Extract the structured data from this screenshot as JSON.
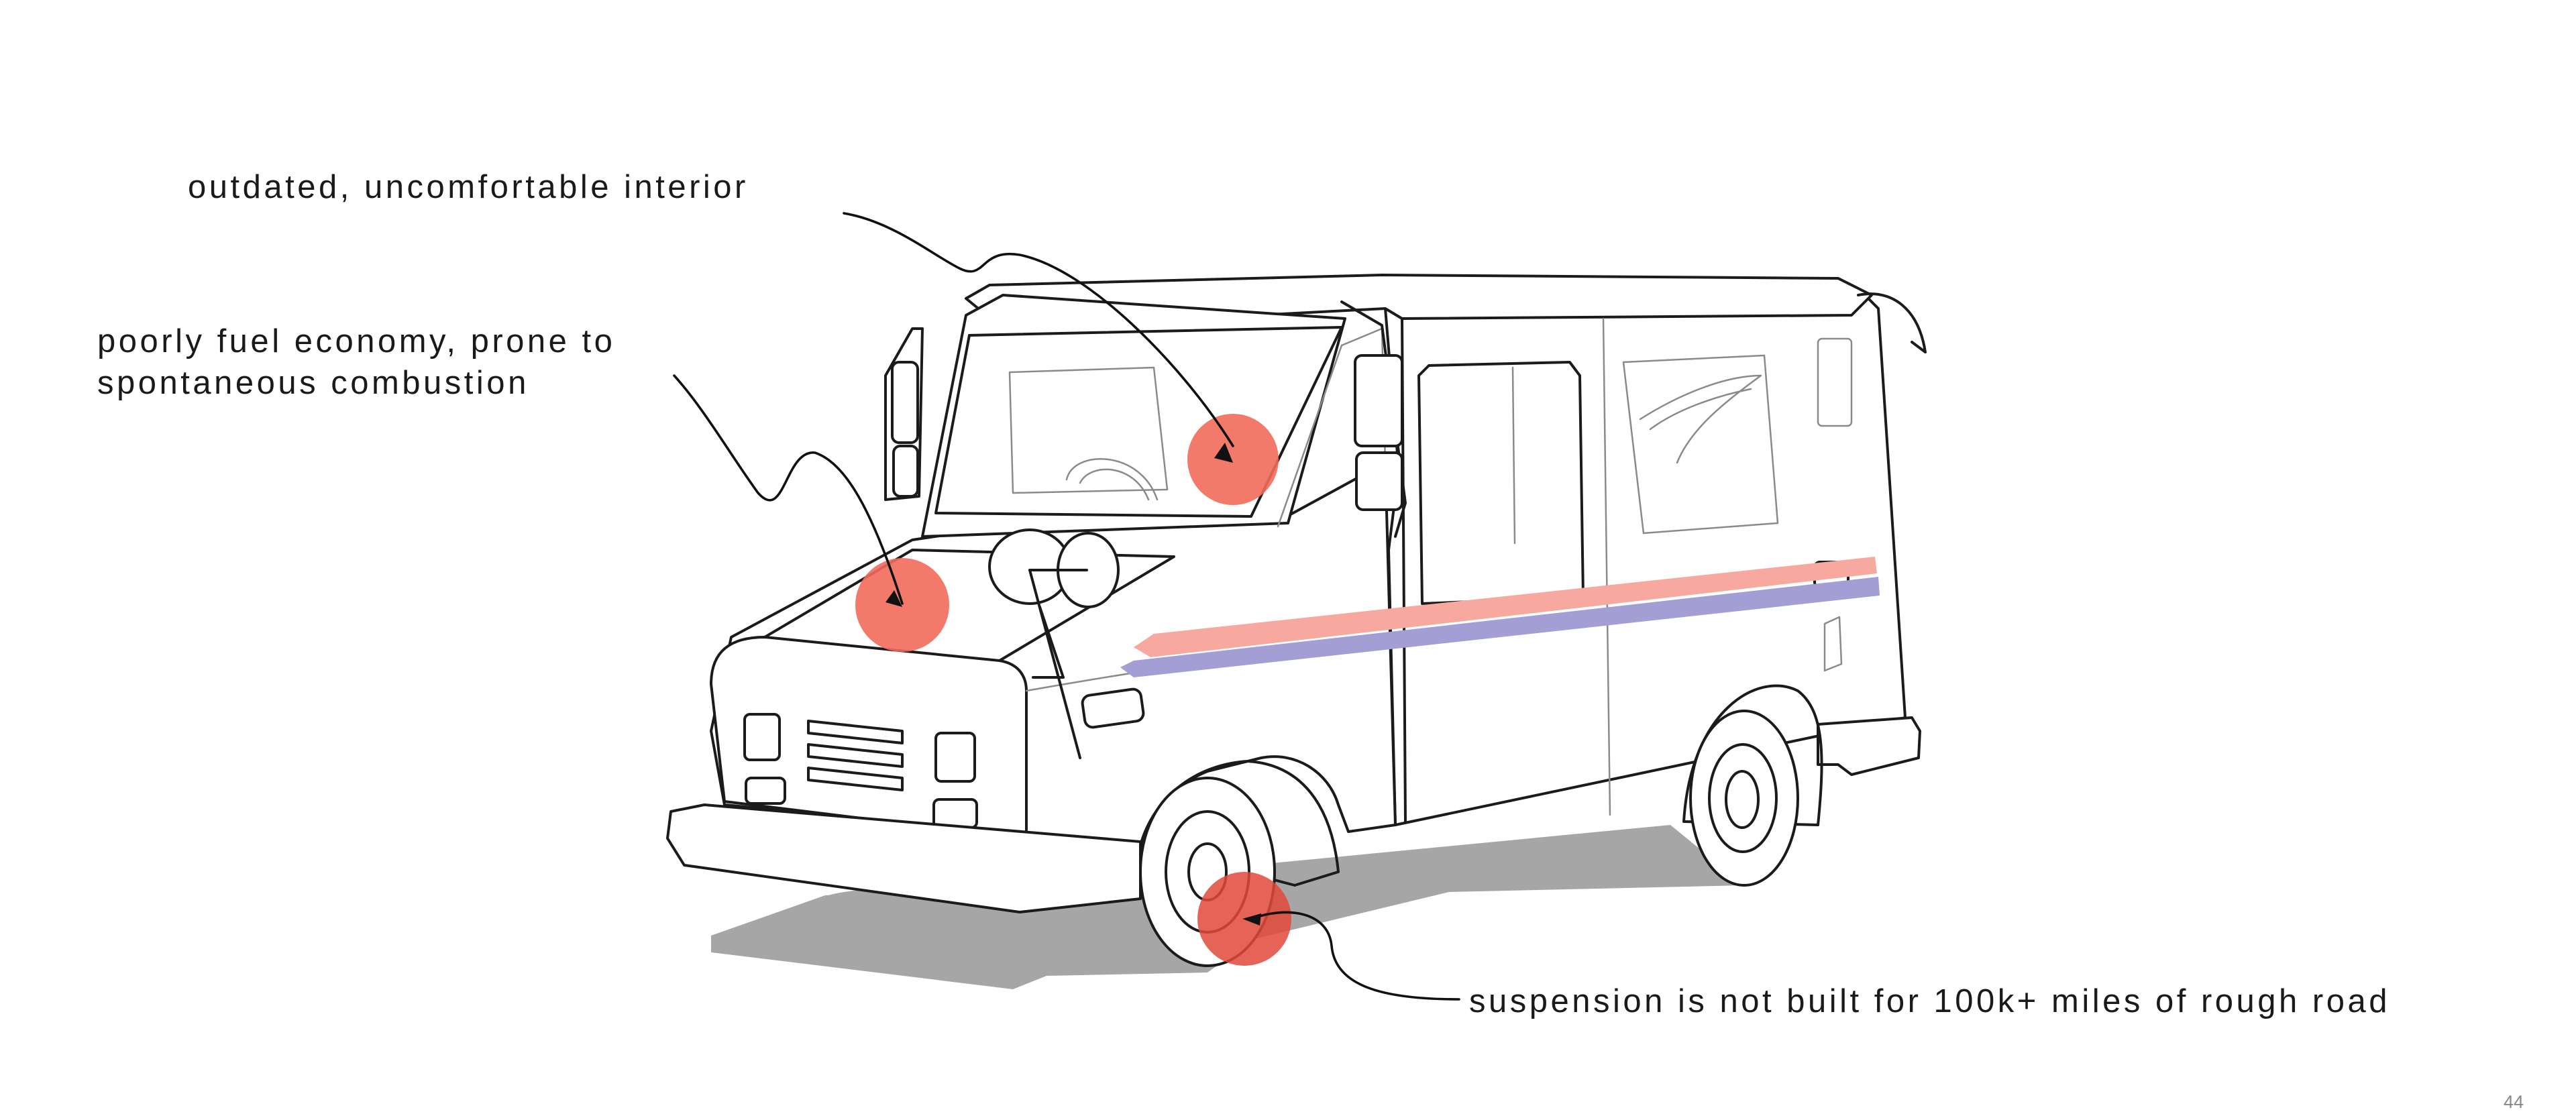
{
  "annotations": {
    "interior": "outdated, uncomfortable interior",
    "fuel_line1": "poorly fuel economy, prone to",
    "fuel_line2": "spontaneous combustion",
    "suspension": "suspension is not built for 100k+ miles of rough road"
  },
  "page_number": "44",
  "colors": {
    "hotspot": "#f26b5b",
    "stripe_red": "#f7a9a0",
    "stripe_blue": "#a39fd4",
    "shadow": "#a6a6a6",
    "outline": "#1b1b1b"
  },
  "illustration": {
    "subject": "mail-delivery-truck",
    "icons": [
      "eagle-logo-icon"
    ]
  }
}
